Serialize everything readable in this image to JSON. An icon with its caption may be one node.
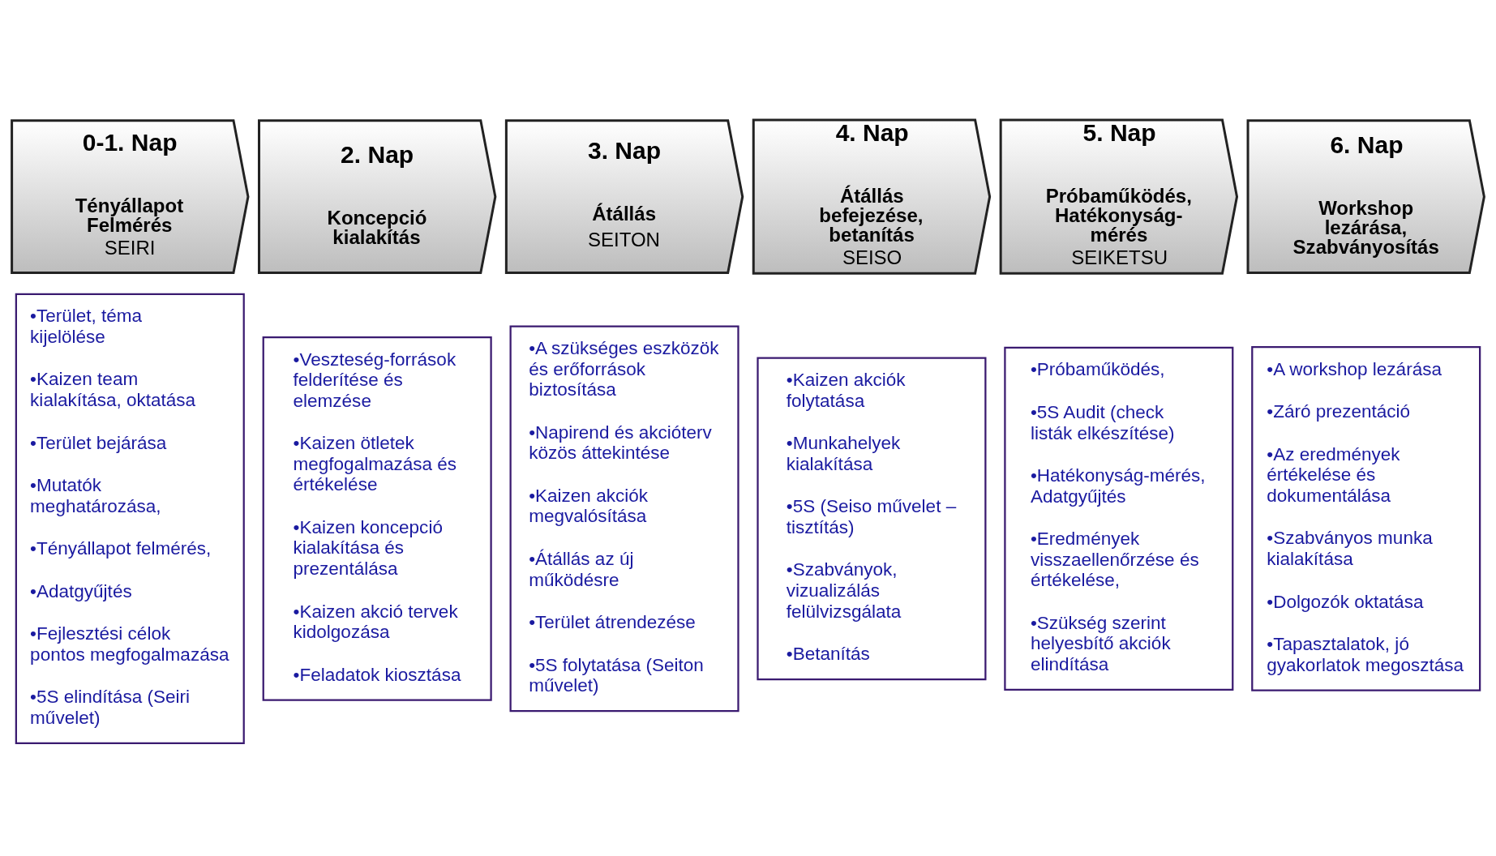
{
  "diagram": {
    "nodes": [
      {
        "text": [
          "0-1. Nap",
          "Tényállapot Felmérés",
          "SEIRI"
        ]
      },
      {
        "text": [
          "2. Nap",
          "Koncepció kialakítás"
        ]
      },
      {
        "text": [
          "3. Nap",
          "Átállás",
          "SEITON"
        ]
      },
      {
        "text": [
          "4. Nap",
          "Átállás befejezése, betanítás",
          "SEISO"
        ]
      },
      {
        "text": [
          "5. Nap",
          "Próbaműködés, Hatékonyság-mérés",
          "SEIKETSU"
        ]
      },
      {
        "text": [
          "6. Nap",
          "Workshop lezárása, Szabványosítás"
        ]
      },
      {
        "text": [
          "•Terület, téma kijelölése",
          "•Kaizen team kialakítása, oktatása",
          "•Terület bejárása",
          "•Mutatók meghatározása,",
          "•Tényállapot felmérés,",
          "•Adatgyűjtés",
          "•Fejlesztési célok pontos megfogalmazása",
          "•5S elindítása (Seiri művelet)"
        ]
      },
      {
        "text": [
          "•Veszteség-források felderítése és elemzése",
          "•Kaizen ötletek megfogalmazása és értékelése",
          "•Kaizen koncepció kialakítása és prezentálása",
          "•Kaizen akció tervek kidolgozása",
          "•Feladatok kiosztása"
        ]
      },
      {
        "text": [
          "•A szükséges eszközök és erőforrások biztosítása",
          "•Napirend és akcióterv közös áttekintése",
          "•Kaizen akciók megvalósítása",
          "•Átállás az új működésre",
          "•Terület átrendezése",
          "•5S folytatása (Seiton művelet)"
        ]
      },
      {
        "text": [
          "•Kaizen akciók folytatása",
          "•Munkahelyek kialakítása",
          "•5S (Seiso művelet – tisztítás)",
          "•Szabványok, vizualizálás felülvizsgálata",
          "•Betanítás"
        ]
      },
      {
        "text": [
          "•Próbaműködés,",
          "•5S Audit (check listák elkészítése)",
          "•Hatékonyság-mérés, Adatgyűjtés",
          "•Eredmények visszaellenőrzése és értékelése,",
          "•Szükség szerint helyesbítő akciók elindítása"
        ]
      },
      {
        "text": [
          "•A workshop lezárása",
          "•Záró prezentáció",
          "•Az eredmények értékelése és dokumentálása",
          "•Szabványos munka kialakítása",
          "•Dolgozók oktatása",
          "•Tapasztalatok, jó gyakorlatok megosztása"
        ]
      }
    ],
    "edges": []
  }
}
